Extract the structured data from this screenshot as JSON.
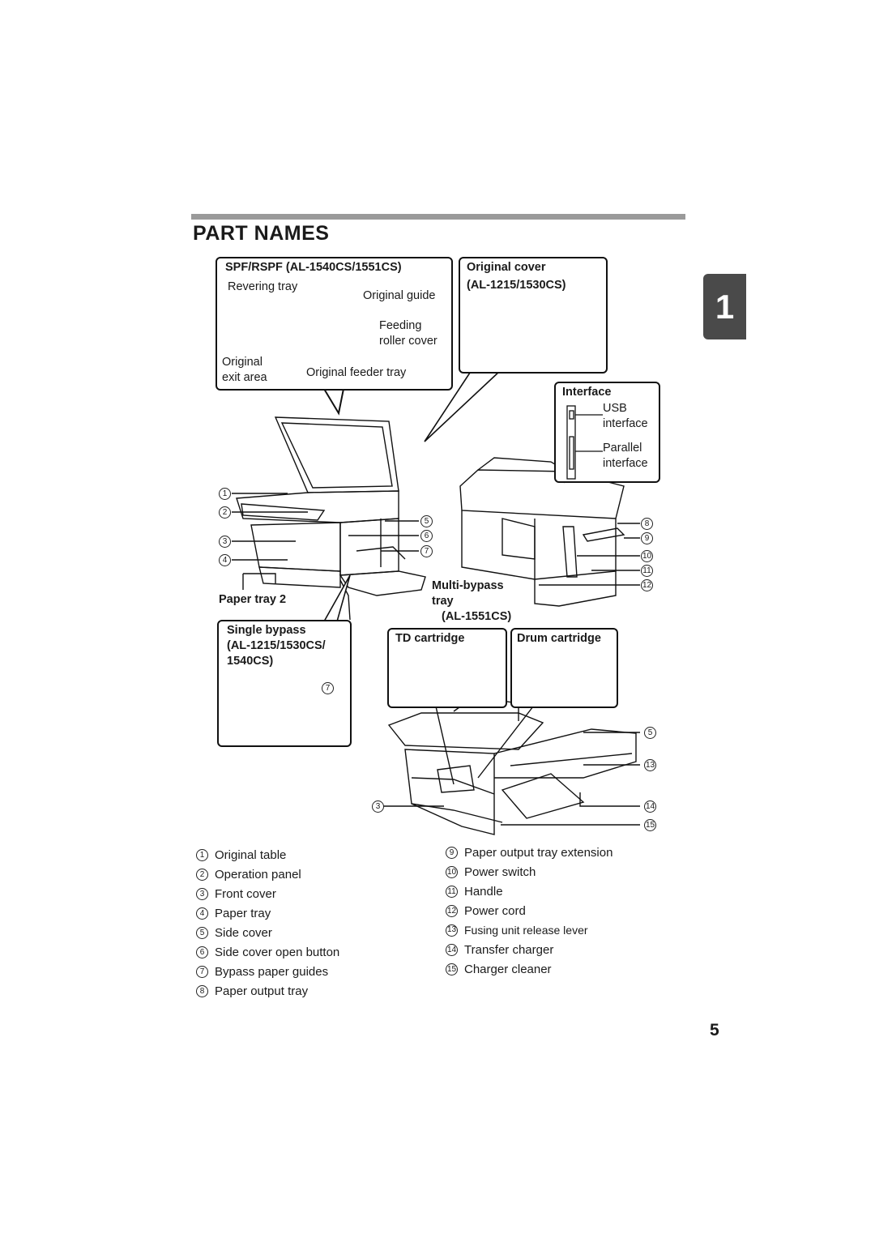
{
  "page_title": "PART NAMES",
  "chapter_tab": "1",
  "page_number": "5",
  "spf_box": {
    "heading": "SPF/RSPF (AL-1540CS/1551CS)",
    "labels": {
      "revering_tray": "Revering tray",
      "original_guide": "Original guide",
      "feeding_roller_1": "Feeding",
      "feeding_roller_2": "roller cover",
      "exit_area_1": "Original",
      "exit_area_2": "exit area",
      "feeder_tray": "Original feeder tray"
    }
  },
  "cover_box": {
    "heading_1": "Original cover",
    "heading_2": "(AL-1215/1530CS)"
  },
  "interface_box": {
    "heading": "Interface",
    "usb_1": "USB",
    "usb_2": "interface",
    "parallel_1": "Parallel",
    "parallel_2": "interface"
  },
  "labels": {
    "paper_tray_2": "Paper tray 2",
    "multi_bypass_1": "Multi-bypass",
    "multi_bypass_2": "tray",
    "multi_bypass_3": "(AL-1551CS)"
  },
  "single_bypass_box": {
    "heading_1": "Single bypass",
    "heading_2": "(AL-1215/1530CS/",
    "heading_3": "1540CS)"
  },
  "td_box": {
    "heading": "TD cartridge"
  },
  "drum_box": {
    "heading": "Drum cartridge"
  },
  "callout_numbers": {
    "n1": "1",
    "n2": "2",
    "n3": "3",
    "n4": "4",
    "n5": "5",
    "n6": "6",
    "n7": "7",
    "n8": "8",
    "n9": "9",
    "n10": "10",
    "n11": "11",
    "n12": "12",
    "n13": "13",
    "n14": "14",
    "n15": "15"
  },
  "legend_left": [
    {
      "num": "1",
      "label": "Original table"
    },
    {
      "num": "2",
      "label": "Operation panel"
    },
    {
      "num": "3",
      "label": "Front cover"
    },
    {
      "num": "4",
      "label": "Paper tray"
    },
    {
      "num": "5",
      "label": "Side cover"
    },
    {
      "num": "6",
      "label": "Side cover open button"
    },
    {
      "num": "7",
      "label": "Bypass paper guides"
    },
    {
      "num": "8",
      "label": "Paper output tray"
    }
  ],
  "legend_right": [
    {
      "num": "9",
      "label": "Paper output tray extension"
    },
    {
      "num": "10",
      "label": "Power switch"
    },
    {
      "num": "11",
      "label": "Handle"
    },
    {
      "num": "12",
      "label": "Power cord"
    },
    {
      "num": "13",
      "label": "Fusing unit release lever"
    },
    {
      "num": "14",
      "label": "Transfer charger"
    },
    {
      "num": "15",
      "label": "Charger cleaner"
    }
  ]
}
